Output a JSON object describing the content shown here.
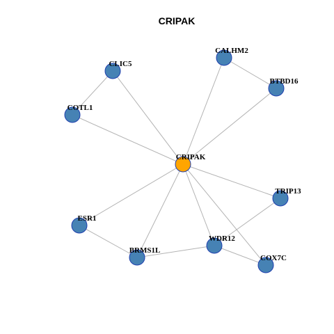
{
  "title": "CRIPAK",
  "colors": {
    "hub": "#FFA500",
    "node": "#4682B4",
    "node_border": "#1F3FAE",
    "edge": "#B3B3B3",
    "background": "#FFFFFF"
  },
  "nodes": [
    {
      "id": "CRIPAK",
      "label": "CRIPAK",
      "role": "hub"
    },
    {
      "id": "CALHM2",
      "label": "CALHM2",
      "role": "neighbor"
    },
    {
      "id": "BTBD16",
      "label": "BTBD16",
      "role": "neighbor"
    },
    {
      "id": "CLIC5",
      "label": "CLIC5",
      "role": "neighbor"
    },
    {
      "id": "COTL1",
      "label": "COTL1",
      "role": "neighbor"
    },
    {
      "id": "TRIP13",
      "label": "TRIP13",
      "role": "neighbor"
    },
    {
      "id": "ESR1",
      "label": "ESR1",
      "role": "neighbor"
    },
    {
      "id": "BRMS1L",
      "label": "BRMS1L",
      "role": "neighbor"
    },
    {
      "id": "WDR12",
      "label": "WDR12",
      "role": "neighbor"
    },
    {
      "id": "COX7C",
      "label": "COX7C",
      "role": "neighbor"
    }
  ],
  "edges": [
    [
      "CRIPAK",
      "CALHM2"
    ],
    [
      "CRIPAK",
      "BTBD16"
    ],
    [
      "CRIPAK",
      "CLIC5"
    ],
    [
      "CRIPAK",
      "COTL1"
    ],
    [
      "CRIPAK",
      "TRIP13"
    ],
    [
      "CRIPAK",
      "ESR1"
    ],
    [
      "CRIPAK",
      "BRMS1L"
    ],
    [
      "CRIPAK",
      "WDR12"
    ],
    [
      "CRIPAK",
      "COX7C"
    ],
    [
      "CALHM2",
      "BTBD16"
    ],
    [
      "CLIC5",
      "COTL1"
    ],
    [
      "ESR1",
      "BRMS1L"
    ],
    [
      "BRMS1L",
      "WDR12"
    ],
    [
      "WDR12",
      "TRIP13"
    ],
    [
      "WDR12",
      "COX7C"
    ]
  ]
}
